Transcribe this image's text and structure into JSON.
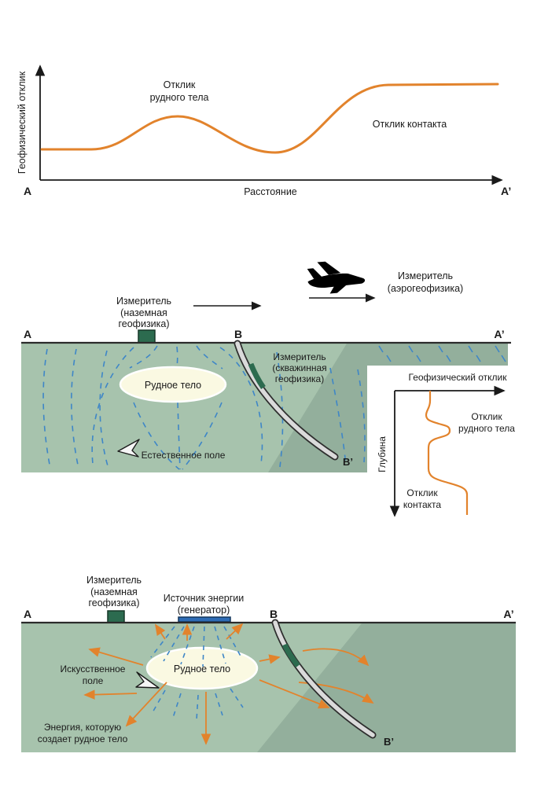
{
  "colors": {
    "orange": "#E2832C",
    "light_green": "#A7C3AD",
    "dark_green": "#93AF9C",
    "ore_fill": "#FAF9E2",
    "sensor_green": "#2C6B4F",
    "generator_blue": "#2E6CB5",
    "dash_blue": "#3E86C7",
    "tube_gray": "#DADADA",
    "ink": "#1A1A1A"
  },
  "top_chart": {
    "y_axis_label": "Геофизический отклик",
    "x_axis_label": "Расстояние",
    "ore_response_line1": "Отклик",
    "ore_response_line2": "рудного тела",
    "contact_response": "Отклик контакта",
    "start": "A",
    "end": "A’"
  },
  "middle": {
    "ground_sensor_label": [
      "Измеритель",
      "(наземная",
      "геофизика)"
    ],
    "aero_label": [
      "Измеритель",
      "(аэрогеофизика)"
    ],
    "borehole_label": [
      "Измеритель",
      "(скважинная",
      "геофизика)"
    ],
    "ore_body": "Рудное тело",
    "natural_field": "Естественное поле",
    "a": "A",
    "b": "B",
    "a_prime": "A’",
    "b_prime": "B’",
    "depth_chart": {
      "title": "Геофизический отклик",
      "depth_axis": "Глубина",
      "ore_line1": "Отклик",
      "ore_line2": "рудного тела",
      "contact_line1": "Отклик",
      "contact_line2": "контакта"
    }
  },
  "bottom": {
    "ground_sensor_label": [
      "Измеритель",
      "(наземная",
      "геофизика)"
    ],
    "energy_source_label": [
      "Источник энергии",
      "(генератор)"
    ],
    "artificial_field": [
      "Искусственное",
      "поле"
    ],
    "ore_body": "Рудное тело",
    "energy_label": [
      "Энергия, которую",
      "создает рудное тело"
    ],
    "a": "A",
    "b": "B",
    "a_prime": "A’",
    "b_prime": "B’"
  }
}
